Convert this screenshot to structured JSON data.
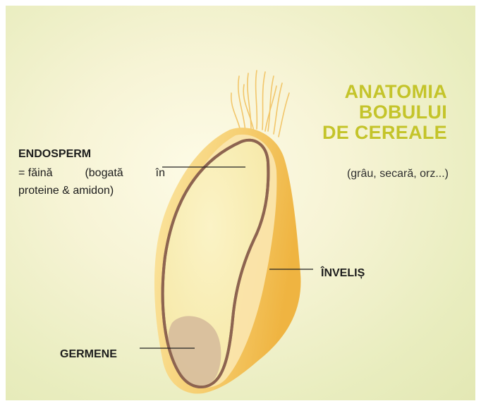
{
  "title": {
    "line1": "ANATOMIA",
    "line2": "BOBULUI",
    "line3": "DE CEREALE"
  },
  "subtitle": "(grâu, secară, orz...)",
  "labels": {
    "endosperm": {
      "name": "ENDOSPERM",
      "desc_line1_words": [
        "= făină",
        "(bogată",
        "în"
      ],
      "desc_line2": "proteine & amidon)"
    },
    "invelis": "ÎNVELIȘ",
    "germene": "GERMENE"
  },
  "colors": {
    "title": "#c4c42a",
    "hull": "#f3c35c",
    "endosperm_fill": "#f9efb8",
    "endosperm_outline": "#8d6450",
    "germ": "#d7bd9c",
    "hairs": "#f2c66a",
    "text": "#1c1c1c"
  }
}
